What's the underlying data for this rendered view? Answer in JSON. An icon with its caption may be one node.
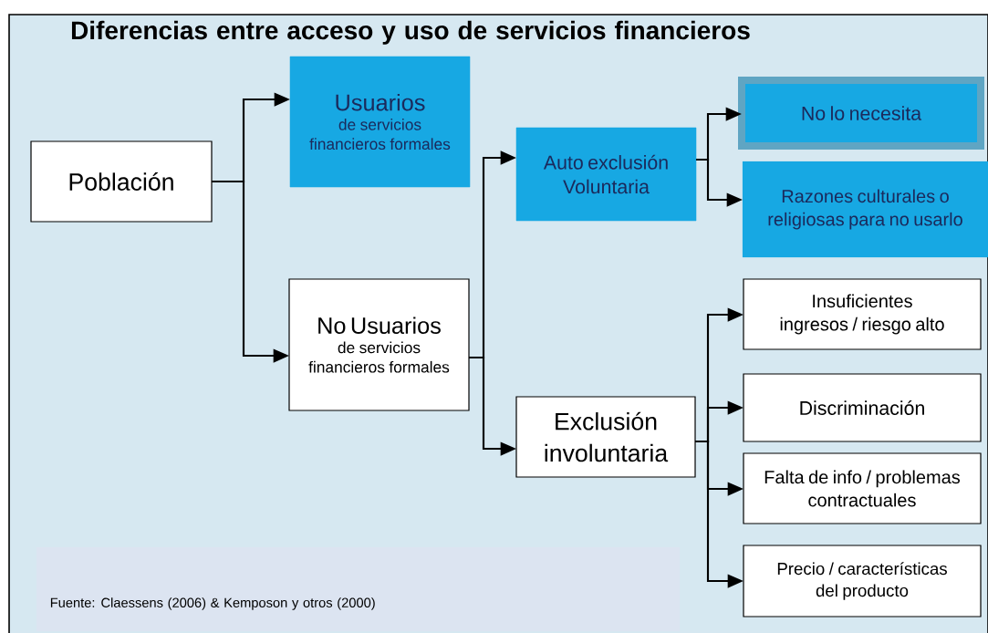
{
  "diagram": {
    "title": "Diferencias entre acceso y uso de servicios financieros",
    "nodes": [
      {
        "text": [
          "Población"
        ]
      },
      {
        "text": [
          "Usuarios",
          "de servicios financieros formales"
        ]
      },
      {
        "text": [
          "No Usuarios",
          "de servicios financieros formales"
        ]
      },
      {
        "text": [
          "Auto exclusión Voluntaria"
        ]
      },
      {
        "text": [
          "Exclusión involuntaria"
        ]
      },
      {
        "text": [
          "No lo necesita"
        ]
      },
      {
        "text": [
          "Razones culturales o religiosas para no usarlo"
        ]
      },
      {
        "text": [
          "Insuficientes ingresos / riesgo alto"
        ]
      },
      {
        "text": [
          "Discriminación"
        ]
      },
      {
        "text": [
          "Falta de info / problemas contractuales"
        ]
      },
      {
        "text": [
          "Precio / características del producto"
        ]
      }
    ],
    "edges": [
      {
        "from": 0,
        "to": 1,
        "arrow": "to"
      },
      {
        "from": 0,
        "to": 2,
        "arrow": "to"
      },
      {
        "from": 2,
        "to": 3,
        "arrow": "to"
      },
      {
        "from": 2,
        "to": 4,
        "arrow": "to"
      },
      {
        "from": 3,
        "to": 5,
        "arrow": "to"
      },
      {
        "from": 3,
        "to": 6,
        "arrow": "to"
      },
      {
        "from": 4,
        "to": 7,
        "arrow": "to"
      },
      {
        "from": 4,
        "to": 8,
        "arrow": "to"
      },
      {
        "from": 4,
        "to": 9,
        "arrow": "to"
      },
      {
        "from": 4,
        "to": 10,
        "arrow": "to"
      }
    ],
    "labels": [
      "Fuente: Claessens (2006) & Kemposon y otros (2000)"
    ]
  }
}
